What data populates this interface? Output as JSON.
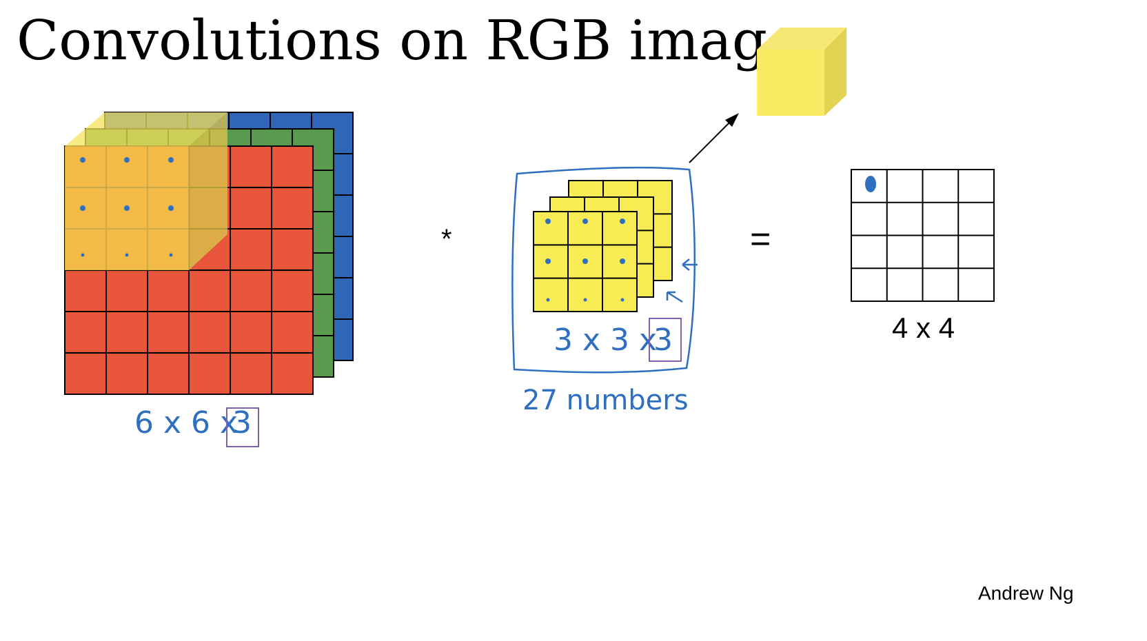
{
  "title": "Convolutions on RGB image",
  "author": "Andrew Ng",
  "operators": {
    "convolve": "*",
    "equals": "="
  },
  "input_volume": {
    "label_prefix": "6 x 6 x",
    "label_boxed": "3",
    "rows": 6,
    "cols": 6,
    "channels": 3,
    "channel_colors": [
      "#e8553b",
      "#5a9a4e",
      "#2f66b8"
    ]
  },
  "filter_volume": {
    "label_prefix": "3 x 3 x",
    "label_boxed": "3",
    "rows": 3,
    "cols": 3,
    "channels": 3,
    "color": "#f8ec55",
    "count_note": "27   numbers"
  },
  "output": {
    "label": "4 x 4",
    "rows": 4,
    "cols": 4
  },
  "colors": {
    "filter_cube_front": "#fbeb64",
    "filter_cube_side": "#e3d352",
    "filter_cube_top": "#f6e774",
    "overlay_yellow": "#f5d341",
    "handwriting_blue": "#2e6fbf",
    "box_purple": "#8060aa"
  }
}
